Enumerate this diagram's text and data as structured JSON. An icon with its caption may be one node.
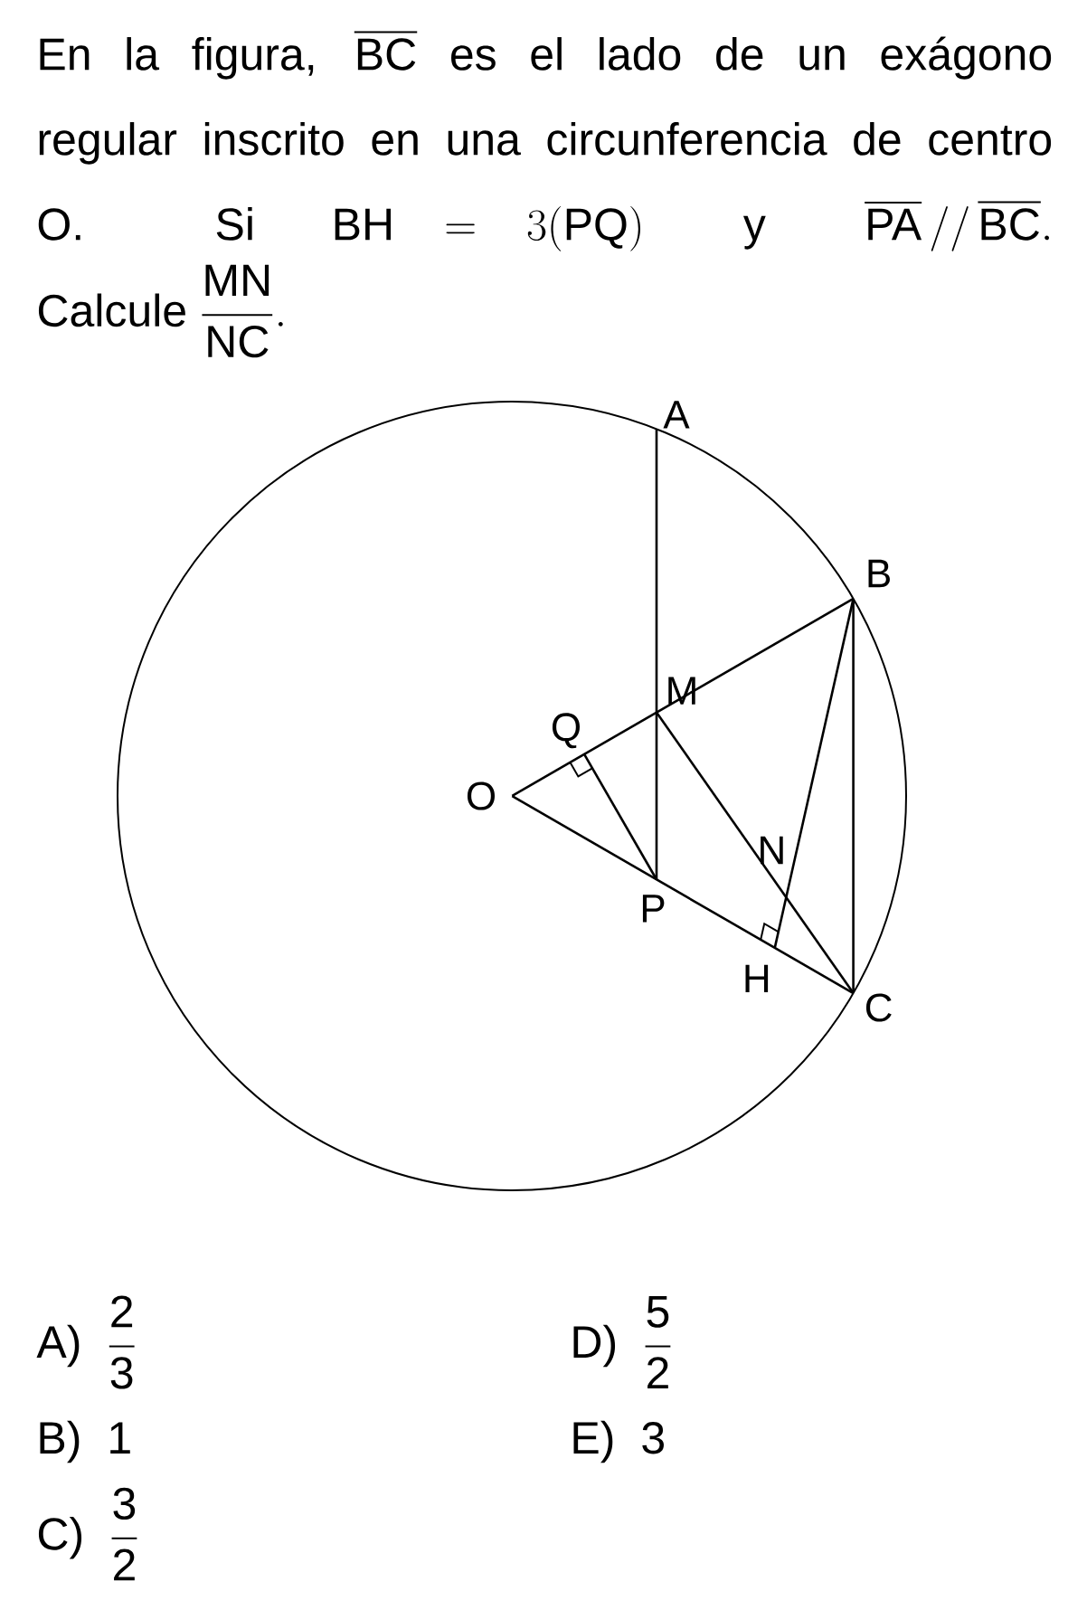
{
  "diagram": {
    "nodes": [
      {
        "text": [
          "A"
        ]
      },
      {
        "text": [
          "B"
        ]
      },
      {
        "text": [
          "M"
        ]
      },
      {
        "text": [
          "Q"
        ]
      },
      {
        "text": [
          "O"
        ]
      },
      {
        "text": [
          "N"
        ]
      },
      {
        "text": [
          "P"
        ]
      },
      {
        "text": [
          "H"
        ]
      },
      {
        "text": [
          "C"
        ]
      }
    ],
    "edges": [
      {
        "from": 0,
        "to": 6,
        "arrow": "none"
      },
      {
        "from": 4,
        "to": 1,
        "arrow": "none"
      },
      {
        "from": 4,
        "to": 8,
        "arrow": "none"
      },
      {
        "from": 3,
        "to": 6,
        "arrow": "none"
      },
      {
        "from": 2,
        "to": 8,
        "arrow": "none"
      },
      {
        "from": 1,
        "to": 7,
        "arrow": "none"
      },
      {
        "from": 1,
        "to": 8,
        "arrow": "none"
      }
    ],
    "labels": [
      "En la figura,",
      "\\overline{\\text{BC}}",
      "es el lado de un exágono regular inscrito en una circunferencia de centro O.",
      "Si",
      "\\text{BH}=3(\\text{PQ})",
      "y",
      "\\overline{\\text{PA}}\\,//\\,\\overline{\\text{BC}}.",
      "Calcule",
      "\\dfrac{\\text{MN}}{\\text{NC}}.",
      "A)",
      "\\dfrac{\\text{2}}{\\text{3}}",
      "D)",
      "\\dfrac{\\text{5}}{\\text{2}}",
      "B)",
      "1",
      "E)",
      "3",
      "C)",
      "\\dfrac{\\text{3}}{\\text{2}}"
    ]
  }
}
